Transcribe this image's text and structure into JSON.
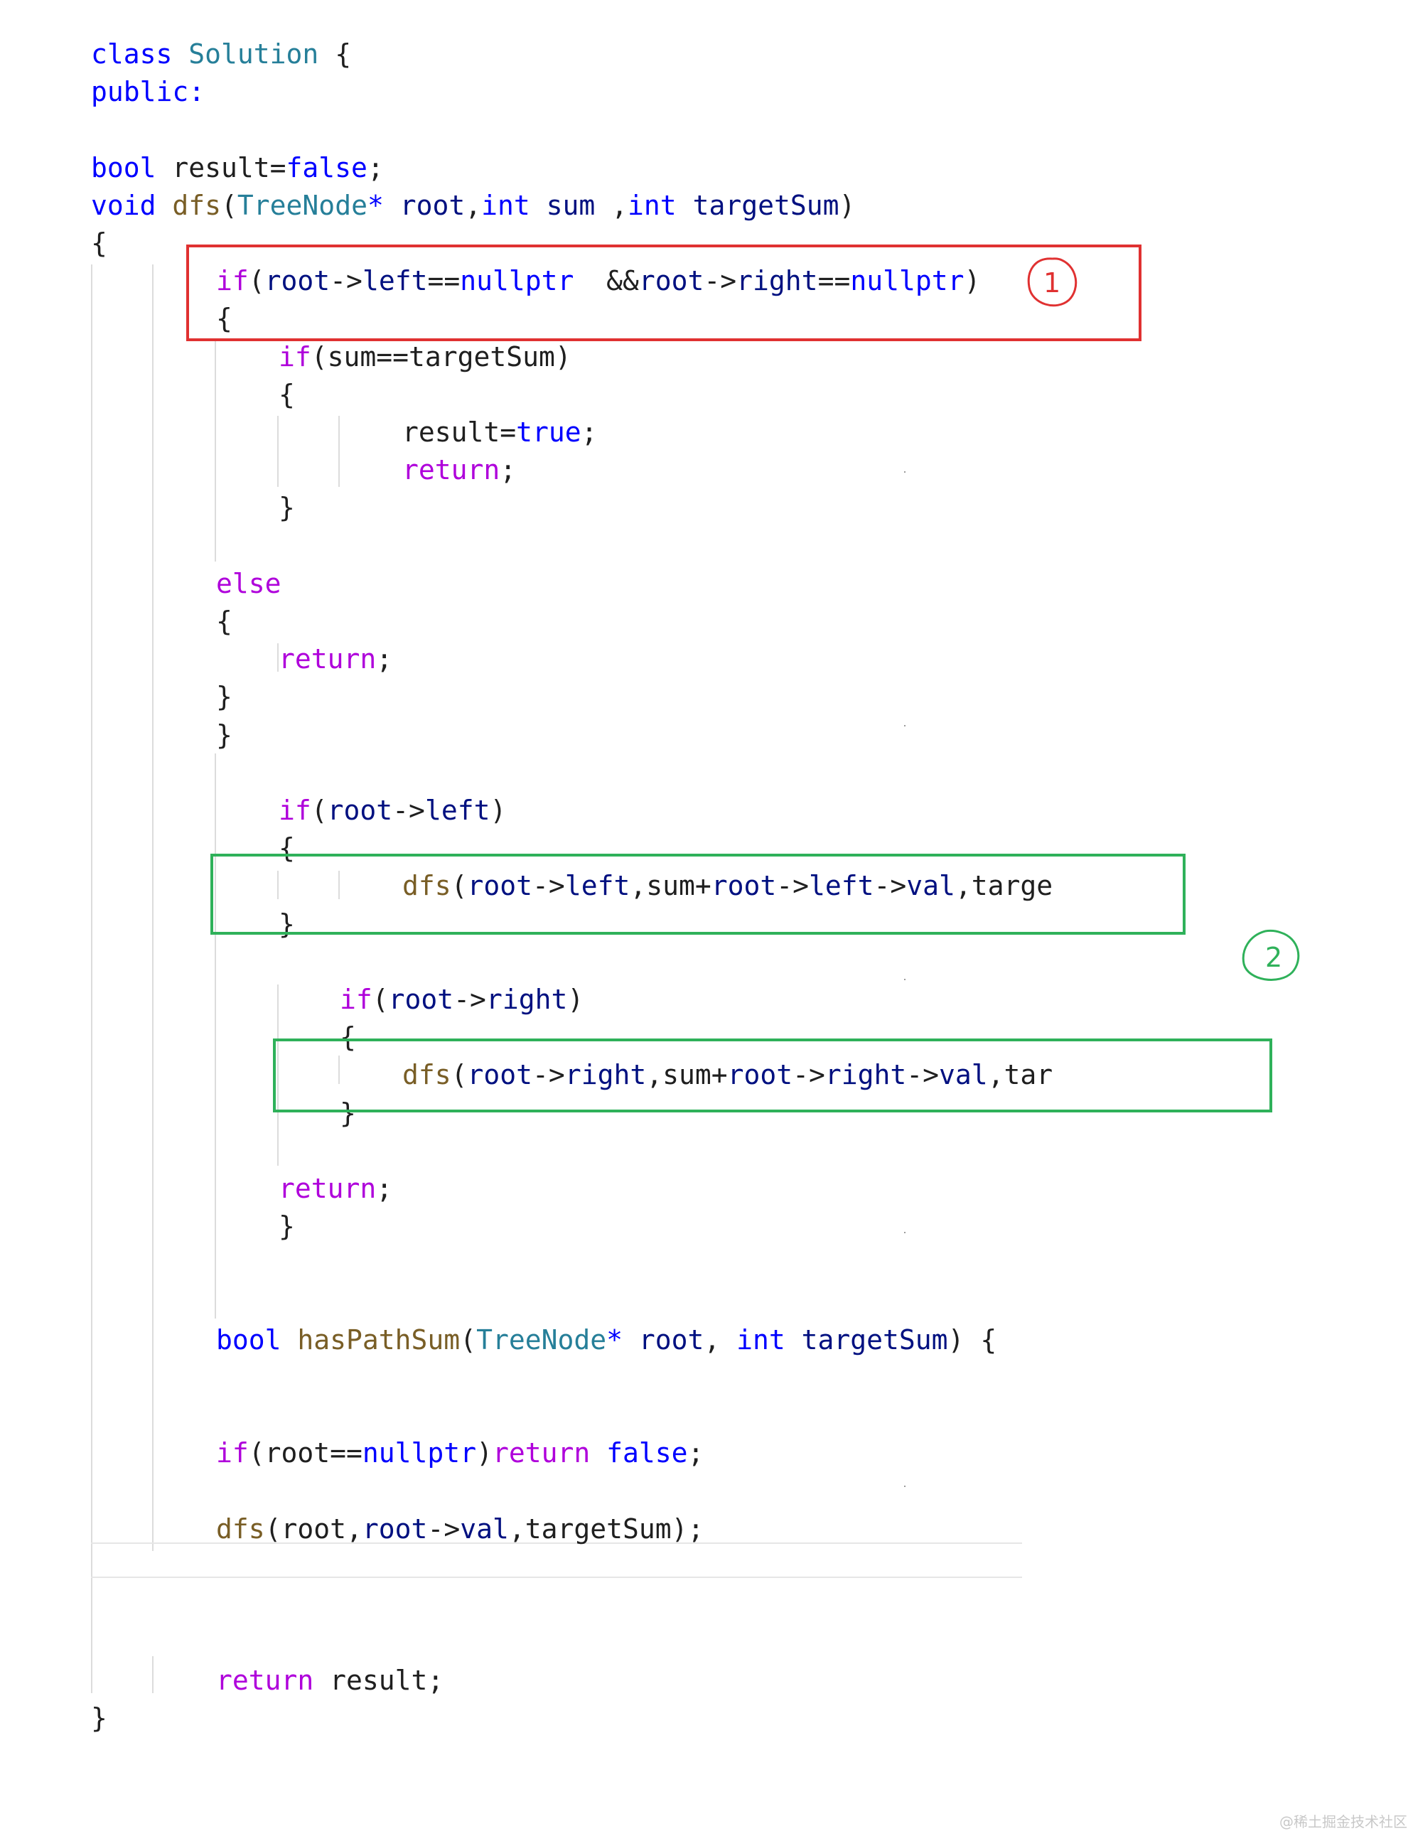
{
  "colors": {
    "default": "#1f1f1f",
    "keyword": "#0000ff",
    "control": "#af00db",
    "type": "#267f99",
    "function": "#795e26",
    "variable": "#001080",
    "annotation_red": "#e03131",
    "annotation_green": "#2fb15a",
    "guide": "#dcdcdc"
  },
  "code_lines": [
    [
      {
        "t": "class ",
        "c": "keyword"
      },
      {
        "t": "Solution",
        "c": "type"
      },
      {
        "t": " {",
        "c": "default"
      }
    ],
    [
      {
        "t": "public:",
        "c": "keyword"
      }
    ],
    [],
    [
      {
        "t": "bool ",
        "c": "keyword"
      },
      {
        "t": "result=",
        "c": "default"
      },
      {
        "t": "false",
        "c": "keyword"
      },
      {
        "t": ";",
        "c": "default"
      }
    ],
    [
      {
        "t": "void ",
        "c": "keyword"
      },
      {
        "t": "dfs",
        "c": "function"
      },
      {
        "t": "(",
        "c": "default"
      },
      {
        "t": "TreeNode",
        "c": "type"
      },
      {
        "t": "* ",
        "c": "keyword"
      },
      {
        "t": "root",
        "c": "variable"
      },
      {
        "t": ",",
        "c": "default"
      },
      {
        "t": "int ",
        "c": "keyword"
      },
      {
        "t": "sum",
        "c": "variable"
      },
      {
        "t": " ,",
        "c": "default"
      },
      {
        "t": "int ",
        "c": "keyword"
      },
      {
        "t": "targetSum",
        "c": "variable"
      },
      {
        "t": ")",
        "c": "default"
      }
    ],
    [
      {
        "t": "{",
        "c": "default"
      }
    ],
    [
      {
        "t": "if",
        "c": "control"
      },
      {
        "t": "(",
        "c": "default"
      },
      {
        "t": "root",
        "c": "variable"
      },
      {
        "t": "->",
        "c": "default"
      },
      {
        "t": "left",
        "c": "variable"
      },
      {
        "t": "==",
        "c": "default"
      },
      {
        "t": "nullptr",
        "c": "keyword"
      },
      {
        "t": "  &&",
        "c": "default"
      },
      {
        "t": "root",
        "c": "variable"
      },
      {
        "t": "->",
        "c": "default"
      },
      {
        "t": "right",
        "c": "variable"
      },
      {
        "t": "==",
        "c": "default"
      },
      {
        "t": "nullptr",
        "c": "keyword"
      },
      {
        "t": ")",
        "c": "default"
      }
    ],
    [
      {
        "t": "{",
        "c": "default"
      }
    ],
    [
      {
        "t": "if",
        "c": "control"
      },
      {
        "t": "(sum==targetSum)",
        "c": "default"
      }
    ],
    [
      {
        "t": "{",
        "c": "default"
      }
    ],
    [
      {
        "t": "result=",
        "c": "default"
      },
      {
        "t": "true",
        "c": "keyword"
      },
      {
        "t": ";",
        "c": "default"
      }
    ],
    [
      {
        "t": "return",
        "c": "control"
      },
      {
        "t": ";",
        "c": "default"
      }
    ],
    [
      {
        "t": "}",
        "c": "default"
      }
    ],
    [],
    [
      {
        "t": "else",
        "c": "control"
      }
    ],
    [
      {
        "t": "{",
        "c": "default"
      }
    ],
    [
      {
        "t": "return",
        "c": "control"
      },
      {
        "t": ";",
        "c": "default"
      }
    ],
    [
      {
        "t": "}",
        "c": "default"
      }
    ],
    [
      {
        "t": "}",
        "c": "default"
      }
    ],
    [],
    [
      {
        "t": "if",
        "c": "control"
      },
      {
        "t": "(",
        "c": "default"
      },
      {
        "t": "root",
        "c": "variable"
      },
      {
        "t": "->",
        "c": "default"
      },
      {
        "t": "left",
        "c": "variable"
      },
      {
        "t": ")",
        "c": "default"
      }
    ],
    [
      {
        "t": "{",
        "c": "default"
      }
    ],
    [
      {
        "t": "dfs",
        "c": "function"
      },
      {
        "t": "(",
        "c": "default"
      },
      {
        "t": "root",
        "c": "variable"
      },
      {
        "t": "->",
        "c": "default"
      },
      {
        "t": "left",
        "c": "variable"
      },
      {
        "t": ",sum+",
        "c": "default"
      },
      {
        "t": "root",
        "c": "variable"
      },
      {
        "t": "->",
        "c": "default"
      },
      {
        "t": "left",
        "c": "variable"
      },
      {
        "t": "->",
        "c": "default"
      },
      {
        "t": "val",
        "c": "variable"
      },
      {
        "t": ",targe",
        "c": "default"
      }
    ],
    [
      {
        "t": "}",
        "c": "default"
      }
    ],
    [],
    [
      {
        "t": "if",
        "c": "control"
      },
      {
        "t": "(",
        "c": "default"
      },
      {
        "t": "root",
        "c": "variable"
      },
      {
        "t": "->",
        "c": "default"
      },
      {
        "t": "right",
        "c": "variable"
      },
      {
        "t": ")",
        "c": "default"
      }
    ],
    [
      {
        "t": "{",
        "c": "default"
      }
    ],
    [
      {
        "t": "dfs",
        "c": "function"
      },
      {
        "t": "(",
        "c": "default"
      },
      {
        "t": "root",
        "c": "variable"
      },
      {
        "t": "->",
        "c": "default"
      },
      {
        "t": "right",
        "c": "variable"
      },
      {
        "t": ",sum+",
        "c": "default"
      },
      {
        "t": "root",
        "c": "variable"
      },
      {
        "t": "->",
        "c": "default"
      },
      {
        "t": "right",
        "c": "variable"
      },
      {
        "t": "->",
        "c": "default"
      },
      {
        "t": "val",
        "c": "variable"
      },
      {
        "t": ",tar",
        "c": "default"
      }
    ],
    [
      {
        "t": "}",
        "c": "default"
      }
    ],
    [],
    [
      {
        "t": "return",
        "c": "control"
      },
      {
        "t": ";",
        "c": "default"
      }
    ],
    [
      {
        "t": "}",
        "c": "default"
      }
    ],
    [],
    [],
    [
      {
        "t": "bool ",
        "c": "keyword"
      },
      {
        "t": "hasPathSum",
        "c": "function"
      },
      {
        "t": "(",
        "c": "default"
      },
      {
        "t": "TreeNode",
        "c": "type"
      },
      {
        "t": "* ",
        "c": "keyword"
      },
      {
        "t": "root",
        "c": "variable"
      },
      {
        "t": ", ",
        "c": "default"
      },
      {
        "t": "int ",
        "c": "keyword"
      },
      {
        "t": "targetSum",
        "c": "variable"
      },
      {
        "t": ") {",
        "c": "default"
      }
    ],
    [],
    [],
    [
      {
        "t": "if",
        "c": "control"
      },
      {
        "t": "(root==",
        "c": "default"
      },
      {
        "t": "nullptr",
        "c": "keyword"
      },
      {
        "t": ")",
        "c": "default"
      },
      {
        "t": "return ",
        "c": "control"
      },
      {
        "t": "false",
        "c": "keyword"
      },
      {
        "t": ";",
        "c": "default"
      }
    ],
    [],
    [
      {
        "t": "dfs",
        "c": "function"
      },
      {
        "t": "(root,",
        "c": "default"
      },
      {
        "t": "root",
        "c": "variable"
      },
      {
        "t": "->",
        "c": "default"
      },
      {
        "t": "val",
        "c": "variable"
      },
      {
        "t": ",targetSum);",
        "c": "default"
      }
    ],
    [],
    [],
    [],
    [
      {
        "t": "return ",
        "c": "control"
      },
      {
        "t": "result;",
        "c": "default"
      }
    ],
    [
      {
        "t": "}",
        "c": "default"
      }
    ]
  ],
  "annotations": [
    {
      "label": "1",
      "color": "#e03131"
    },
    {
      "label": "2",
      "color": "#2fb15a"
    },
    {
      "label": "",
      "color": "#2fb15a"
    }
  ],
  "watermark": "@稀土掘金技术社区"
}
